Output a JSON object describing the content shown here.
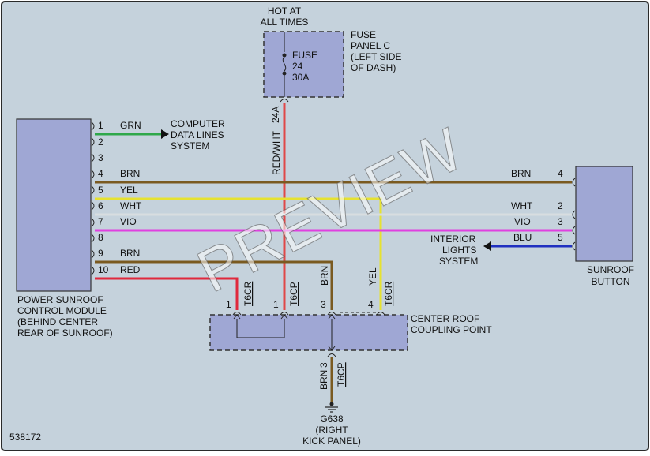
{
  "diagram_id": "538172",
  "watermark": "PREVIEW",
  "hot_label": [
    "HOT AT",
    "ALL TIMES"
  ],
  "fuse_panel_label": [
    "FUSE",
    "PANEL C",
    "(LEFT SIDE",
    "OF DASH)"
  ],
  "fuse": {
    "name": "FUSE",
    "number": "24",
    "rating": "30A",
    "terminal": "24A"
  },
  "module_label": [
    "POWER SUNROOF",
    "CONTROL MODULE",
    "(BEHIND CENTER",
    "REAR OF SUNROOF)"
  ],
  "button_label": [
    "SUNROOF",
    "BUTTON"
  ],
  "computer_label": [
    "COMPUTER",
    "DATA LINES",
    "SYSTEM"
  ],
  "interior_label": [
    "INTERIOR",
    "LIGHTS",
    "SYSTEM"
  ],
  "coupling_label": [
    "CENTER ROOF",
    "COUPLING POINT"
  ],
  "ground_label": [
    "G638",
    "(RIGHT",
    "KICK PANEL)"
  ],
  "module_pins": [
    {
      "pin": "1",
      "color": "GRN"
    },
    {
      "pin": "2",
      "color": ""
    },
    {
      "pin": "3",
      "color": ""
    },
    {
      "pin": "4",
      "color": "BRN"
    },
    {
      "pin": "5",
      "color": "YEL"
    },
    {
      "pin": "6",
      "color": "WHT"
    },
    {
      "pin": "7",
      "color": "VIO"
    },
    {
      "pin": "8",
      "color": ""
    },
    {
      "pin": "9",
      "color": "BRN"
    },
    {
      "pin": "10",
      "color": "RED"
    }
  ],
  "button_pins": [
    {
      "pin": "4",
      "color": "BRN"
    },
    {
      "pin": "2",
      "color": "WHT"
    },
    {
      "pin": "3",
      "color": "VIO"
    },
    {
      "pin": "5",
      "color": "BLU"
    }
  ],
  "vertical_wires": {
    "fuse_wire": "RED/WHT",
    "coupling_pin1": "1",
    "coupling_conn1": "T6CR",
    "coupling_pin2": "1",
    "coupling_conn2": "T6CP",
    "coupling_pin3": "3",
    "coupling_wire3": "BRN",
    "coupling_pin4": "4",
    "coupling_wire4": "YEL",
    "coupling_conn4": "T6CR",
    "ground_wire": "BRN",
    "ground_pin": "3",
    "ground_conn": "T6CP"
  },
  "colors": {
    "background": "#c5d2dc",
    "box_fill": "#9fa7d4",
    "grn": "#2fa84a",
    "brn": "#7a5a20",
    "yel": "#e6e230",
    "wht": "#d8dde0",
    "vio": "#e040e0",
    "red": "#e0283c",
    "blu": "#2030c0",
    "redwht": "#e04848"
  }
}
